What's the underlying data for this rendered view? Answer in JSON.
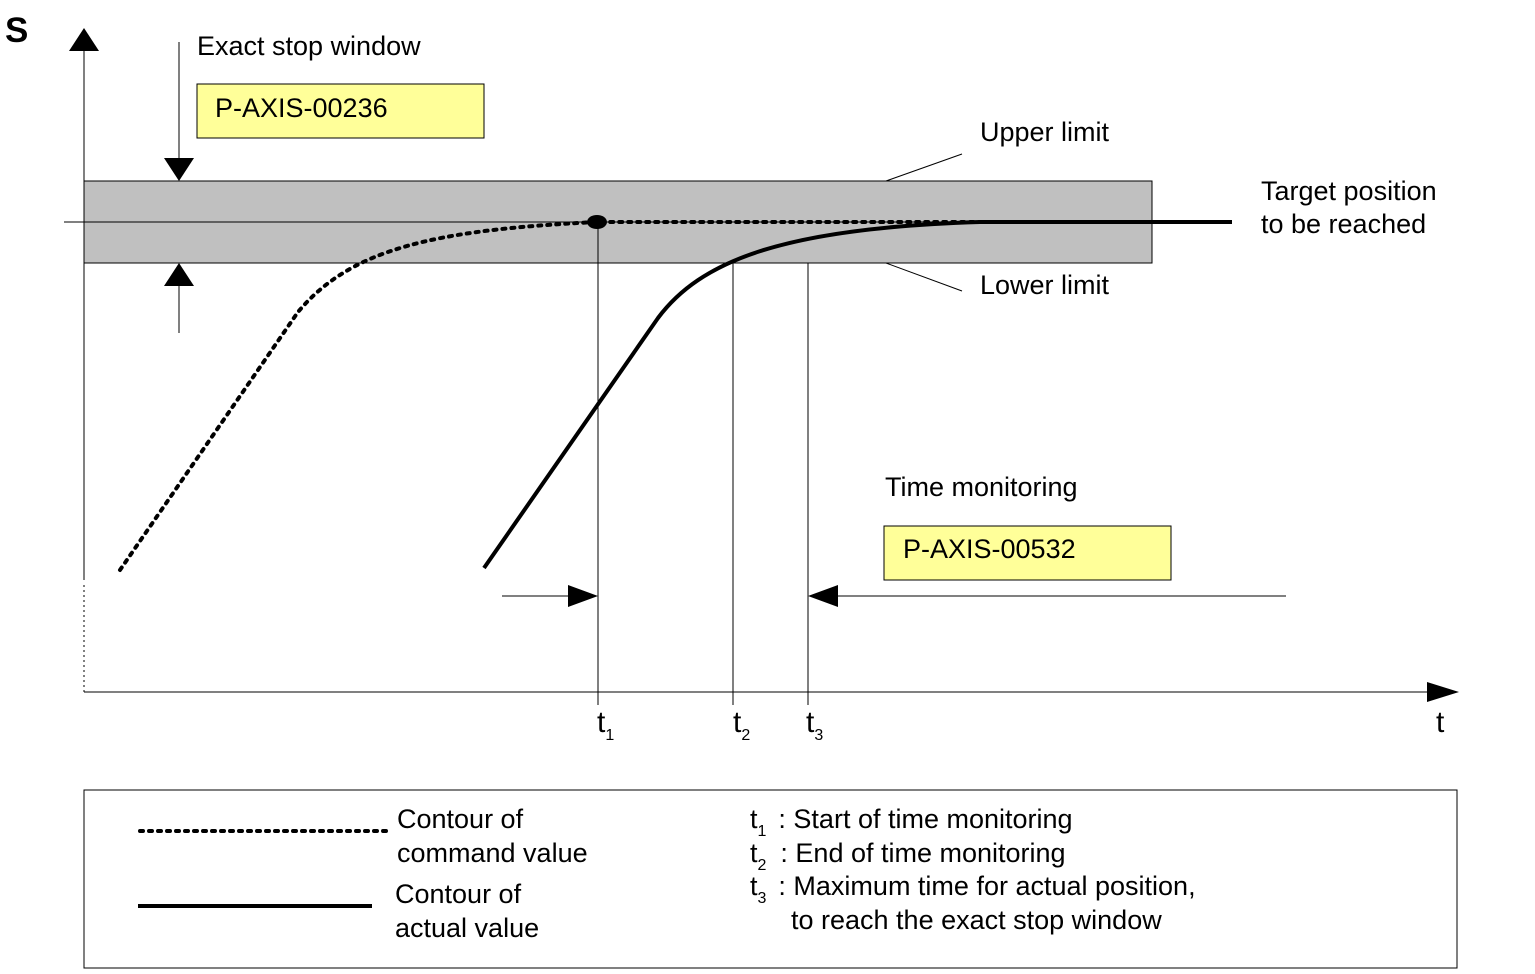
{
  "axes": {
    "y_label": "S",
    "x_label": "t"
  },
  "exact_stop_window": {
    "label": "Exact stop window",
    "param": "P-AXIS-00236"
  },
  "limits": {
    "upper": "Upper limit",
    "lower": "Lower limit"
  },
  "target": {
    "line1": "Target position",
    "line2": "to be reached"
  },
  "time_monitoring": {
    "label": "Time monitoring",
    "param": "P-AXIS-00532"
  },
  "time_marks": [
    {
      "main": "t",
      "sub": "1"
    },
    {
      "main": "t",
      "sub": "2"
    },
    {
      "main": "t",
      "sub": "3"
    }
  ],
  "legend": {
    "command": {
      "line1": "Contour of",
      "line2": "command value"
    },
    "actual": {
      "line1": "Contour of",
      "line2": "actual value"
    },
    "defs": [
      {
        "main": "t",
        "sub": "1",
        "text": ": Start of time monitoring"
      },
      {
        "main": "t",
        "sub": "2",
        "text": ": End of time monitoring"
      },
      {
        "main": "t",
        "sub": "3",
        "text": ": Maximum time for actual position,"
      }
    ],
    "def_continuation": "to reach the exact stop window"
  },
  "colors": {
    "window_band": "#c0c0c0",
    "param_box": "#ffff99",
    "line": "#000000"
  }
}
